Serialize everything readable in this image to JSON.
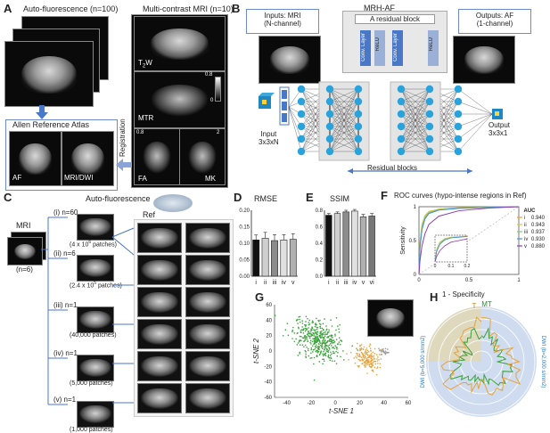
{
  "panels": {
    "A": {
      "letter": "A",
      "af_title": "Auto-fluorescence (n=100)",
      "mri_title": "Multi-contrast MRI (n=10)",
      "t2w": "T",
      "t2w_sub": "2",
      "t2w_tail": "W",
      "mtr": "MTR",
      "fa": "FA",
      "mk": "MK",
      "atlas": "Allen Reference Atlas",
      "af": "AF",
      "mridwi": "MRI/DWI",
      "registration": "Registration",
      "scale_mtr_max": "0.8",
      "scale_mtr_min": "0",
      "scale_fa_max": "0.8",
      "scale_mk_max": "2"
    },
    "B": {
      "letter": "B",
      "title": "MRH-AF",
      "inputs_line1": "Inputs: MRI",
      "inputs_line2": "(N-channel)",
      "outputs_line1": "Outputs: AF",
      "outputs_line2": "(1-channel)",
      "residual_block": "A residual block",
      "conv1": "Conv. Layer",
      "relu1": "ReLU",
      "conv2": "Conv. Layer",
      "relu2": "ReLU",
      "input_line1": "Input",
      "input_line2": "3x3xN",
      "output_line1": "Output",
      "output_line2": "3x3x1",
      "residual_blocks": "Residual blocks"
    },
    "C": {
      "letter": "C",
      "af_title": "Auto-fluorescence",
      "mri": "MRI",
      "mri_n": "(n=6)",
      "ref": "Ref",
      "rows": [
        {
          "roman": "(i)",
          "n": "n=60",
          "patches": "(4 x 10",
          "patches_sup": "6",
          "patches_tail": " patches)"
        },
        {
          "roman": "(ii)",
          "n": "n=6",
          "patches": "(2.4 x 10",
          "patches_sup": "5",
          "patches_tail": " patches)"
        },
        {
          "roman": "(iii)",
          "n": "n=1",
          "patches": "(40,000 patches)",
          "patches_sup": "",
          "patches_tail": ""
        },
        {
          "roman": "(iv)",
          "n": "n=1",
          "patches": "(5,000 patches)",
          "patches_sup": "",
          "patches_tail": ""
        },
        {
          "roman": "(v)",
          "n": "n=1",
          "patches": "(1,000 patches)",
          "patches_sup": "",
          "patches_tail": ""
        }
      ]
    },
    "D": {
      "letter": "D",
      "title": "RMSE",
      "yticks": [
        "0.00",
        "0.05",
        "0.10",
        "0.15",
        "0.20"
      ],
      "xticks": [
        "i",
        "ii",
        "iii",
        "iv",
        "v"
      ]
    },
    "E": {
      "letter": "E",
      "title": "SSIM",
      "yticks": [
        "0.0",
        "0.2",
        "0.4",
        "0.6",
        "0.8"
      ],
      "xticks": [
        "i",
        "ii",
        "iii",
        "iv",
        "v",
        "vi"
      ]
    },
    "F": {
      "letter": "F",
      "title": "ROC curves (hypo-intense regions in Ref)",
      "xlabel": "1 - Specificity",
      "ylabel": "Sensitivity",
      "yticks": [
        "0",
        "0.5",
        "1"
      ],
      "xticks": [
        "0",
        "0.5",
        "1"
      ],
      "inset_xticks": [
        "0",
        "0.1",
        "0.2"
      ],
      "auc_header": "AUC",
      "legend": [
        {
          "name": "i",
          "auc": "0.940",
          "color": "#f0a030"
        },
        {
          "name": "ii",
          "auc": "0.943",
          "color": "#d9c640"
        },
        {
          "name": "iii",
          "auc": "0.937",
          "color": "#7fc97f"
        },
        {
          "name": "iv",
          "auc": "0.930",
          "color": "#4a8fd0"
        },
        {
          "name": "v",
          "auc": "0.880",
          "color": "#8a3fb0"
        }
      ]
    },
    "G": {
      "letter": "G",
      "xlabel": "t-SNE 1",
      "ylabel": "t-SNE 2",
      "xticks": [
        "-40",
        "-20",
        "0",
        "20",
        "40",
        "60"
      ],
      "yticks": [
        "-60",
        "-40",
        "-20",
        "0",
        "20",
        "40",
        "60"
      ]
    },
    "H": {
      "letter": "H",
      "t2": "T",
      "t2_sub": "2",
      "mt": "MT",
      "dwi_right": "DWI (b=2,000 s/mm",
      "dwi_left": "DWI (b=5,000 s/mm",
      "dwi_sup": "2",
      "dwi_tail": ")"
    }
  },
  "chart_data": [
    {
      "type": "bar",
      "title": "RMSE",
      "categories": [
        "i",
        "ii",
        "iii",
        "iv",
        "v"
      ],
      "values": [
        0.11,
        0.115,
        0.108,
        0.11,
        0.112
      ],
      "errors": [
        0.015,
        0.018,
        0.018,
        0.016,
        0.017
      ],
      "colors": [
        "#111111",
        "#cfcfcf",
        "#8c8c8c",
        "#e0e0e0",
        "#b0b0b0"
      ],
      "ylim": [
        0,
        0.2
      ]
    },
    {
      "type": "bar",
      "title": "SSIM",
      "categories": [
        "i",
        "ii",
        "iii",
        "iv",
        "v",
        "vi"
      ],
      "values": [
        0.74,
        0.76,
        0.78,
        0.79,
        0.72,
        0.73
      ],
      "errors": [
        0.02,
        0.02,
        0.02,
        0.02,
        0.03,
        0.03
      ],
      "colors": [
        "#111111",
        "#cfcfcf",
        "#8c8c8c",
        "#e0e0e0",
        "#b0b0b0",
        "#777777"
      ],
      "ylim": [
        0,
        0.8
      ]
    },
    {
      "type": "line",
      "title": "ROC curves (hypo-intense regions in Ref)",
      "xlabel": "1 - Specificity",
      "ylabel": "Sensitivity",
      "xlim": [
        0,
        1
      ],
      "ylim": [
        0,
        1
      ],
      "series": [
        {
          "name": "i",
          "x": [
            0,
            0.01,
            0.03,
            0.06,
            0.1,
            0.2,
            0.4,
            0.7,
            1
          ],
          "y": [
            0,
            0.45,
            0.72,
            0.86,
            0.92,
            0.96,
            0.98,
            0.99,
            1
          ]
        },
        {
          "name": "ii",
          "x": [
            0,
            0.01,
            0.03,
            0.06,
            0.1,
            0.2,
            0.4,
            0.7,
            1
          ],
          "y": [
            0,
            0.47,
            0.74,
            0.87,
            0.93,
            0.965,
            0.985,
            0.995,
            1
          ]
        },
        {
          "name": "iii",
          "x": [
            0,
            0.01,
            0.03,
            0.06,
            0.1,
            0.2,
            0.4,
            0.7,
            1
          ],
          "y": [
            0,
            0.42,
            0.7,
            0.84,
            0.91,
            0.955,
            0.98,
            0.99,
            1
          ]
        },
        {
          "name": "iv",
          "x": [
            0,
            0.01,
            0.03,
            0.06,
            0.1,
            0.2,
            0.4,
            0.7,
            1
          ],
          "y": [
            0,
            0.38,
            0.66,
            0.82,
            0.9,
            0.95,
            0.975,
            0.99,
            1
          ]
        },
        {
          "name": "v",
          "x": [
            0,
            0.01,
            0.03,
            0.06,
            0.1,
            0.2,
            0.4,
            0.7,
            1
          ],
          "y": [
            0,
            0.2,
            0.42,
            0.6,
            0.74,
            0.86,
            0.94,
            0.98,
            1
          ]
        }
      ]
    },
    {
      "type": "scatter",
      "xlabel": "t-SNE 1",
      "ylabel": "t-SNE 2",
      "xlim": [
        -50,
        60
      ],
      "ylim": [
        -60,
        60
      ],
      "series": [
        {
          "color": "#3aa13a",
          "center": [
            -15,
            15
          ],
          "spread": [
            18,
            22
          ],
          "count": 420
        },
        {
          "color": "#e8a238",
          "center": [
            25,
            -8
          ],
          "spread": [
            9,
            14
          ],
          "count": 170
        },
        {
          "color": "#9a9a9a",
          "center": [
            40,
            0
          ],
          "spread": [
            3,
            4
          ],
          "count": 25
        }
      ]
    }
  ]
}
